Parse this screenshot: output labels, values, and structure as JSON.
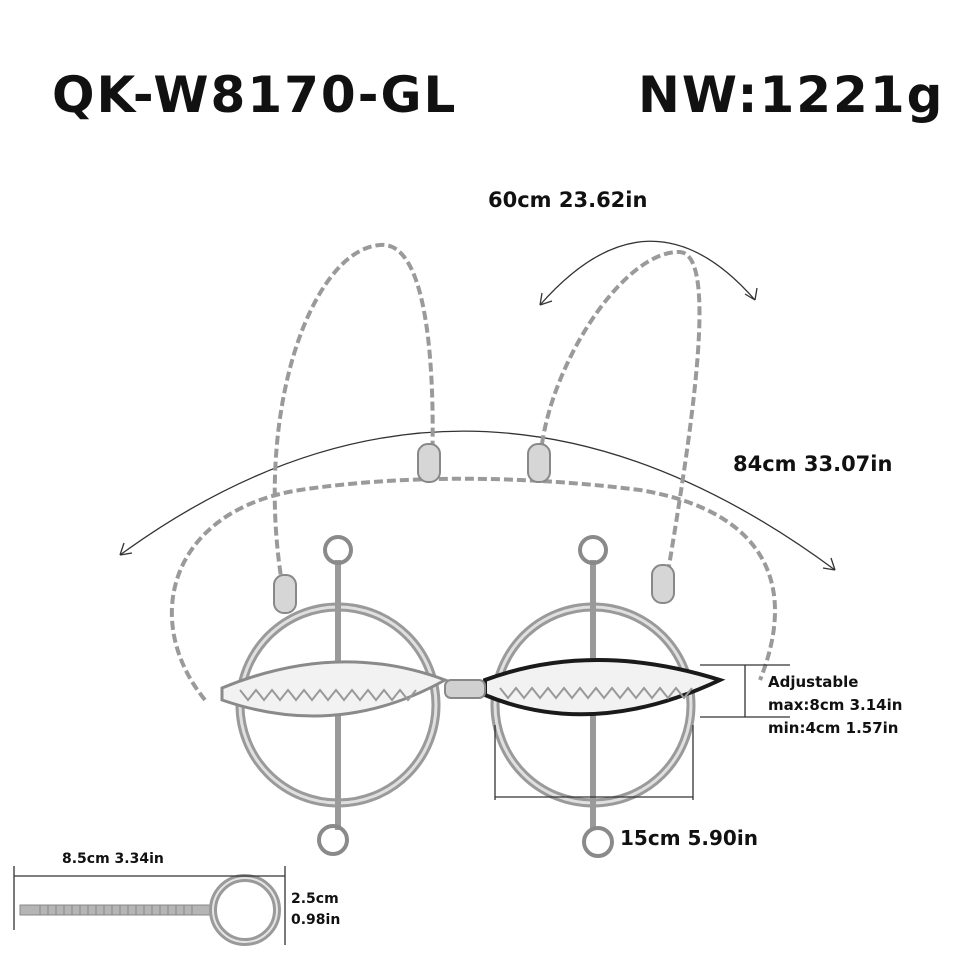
{
  "header": {
    "model": "QK-W8170-GL",
    "weight": "NW:1221g"
  },
  "dimensions": {
    "strap_length": "60cm 23.62in",
    "band_length": "84cm 33.07in",
    "adjustable_title": "Adjustable",
    "adjustable_max": "max:8cm 3.14in",
    "adjustable_min": "min:4cm 1.57in",
    "cup_width": "15cm 5.90in",
    "screw_length": "8.5cm 3.34in",
    "screw_ring_cm": "2.5cm",
    "screw_ring_in": "0.98in"
  },
  "colors": {
    "metal": "#9a9a9a",
    "metal_light": "#c8c8c8",
    "rubber": "#1a1a1a",
    "guide_line": "#333333"
  }
}
